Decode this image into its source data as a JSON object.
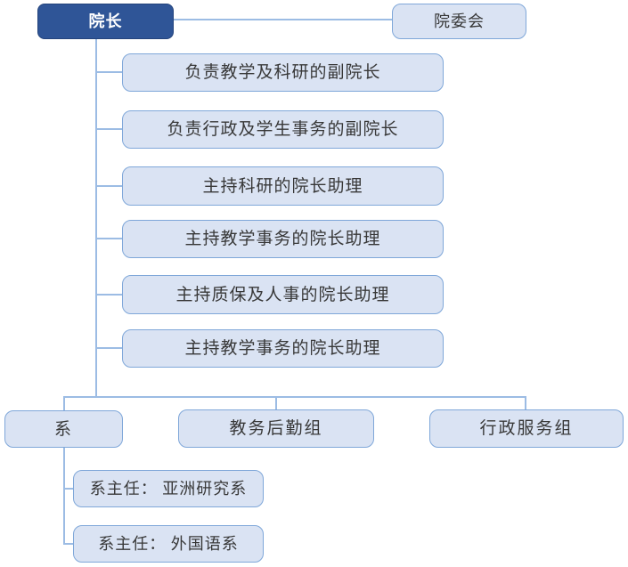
{
  "diagram": {
    "type": "org_chart",
    "colors": {
      "root_fill": "#2F5597",
      "root_text": "#FFFFFF",
      "node_fill": "#DAE3F3",
      "node_border": "#7FA7D9",
      "connector": "#9CBCE4",
      "text": "#383838",
      "background": "#FFFFFF"
    },
    "org": {
      "dean": {
        "label": "院长",
        "committee": {
          "label": "院委会"
        },
        "assistants": [
          "负责教学及科研的副院长",
          "负责行政及学生事务的副院长",
          "主持科研的院长助理",
          "主持教学事务的院长助理",
          "主持质保及人事的院长助理",
          "主持教学事务的院长助理"
        ],
        "units": [
          {
            "label": "系",
            "departments": [
              "系主任： 亚洲研究系",
              "系主任： 外国语系"
            ]
          },
          {
            "label": "教务后勤组"
          },
          {
            "label": "行政服务组"
          }
        ]
      }
    }
  }
}
